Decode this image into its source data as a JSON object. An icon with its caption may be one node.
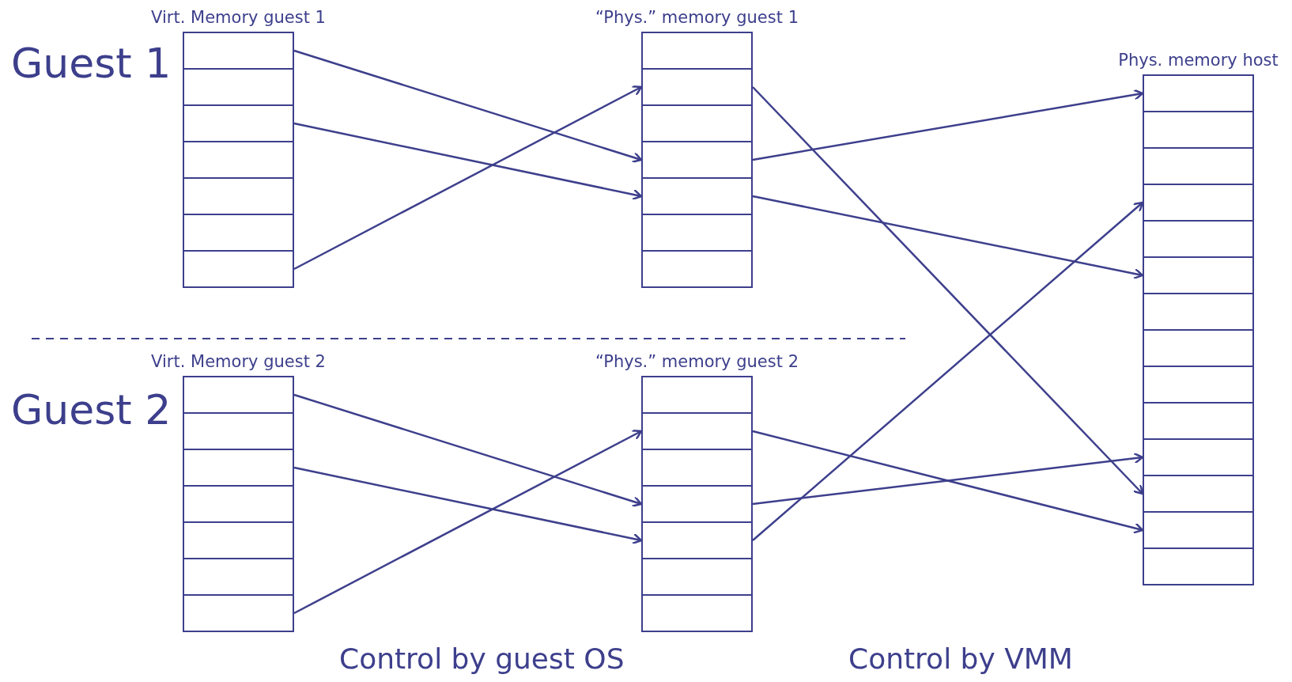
{
  "diagram": {
    "nodes": [
      {
        "text": [
          "Virt. Memory guest 1"
        ]
      },
      {
        "text": [],
        "shape": "box",
        "in": 0
      },
      {
        "text": [],
        "shape": "box",
        "in": 0
      },
      {
        "text": [],
        "shape": "box",
        "in": 0
      },
      {
        "text": [],
        "shape": "box",
        "in": 0
      },
      {
        "text": [],
        "shape": "box",
        "in": 0
      },
      {
        "text": [],
        "shape": "box",
        "in": 0
      },
      {
        "text": [],
        "shape": "box",
        "in": 0
      },
      {
        "text": [
          "“Phys.” memory guest 1"
        ]
      },
      {
        "text": [],
        "shape": "box",
        "in": 8
      },
      {
        "text": [],
        "shape": "box",
        "in": 8
      },
      {
        "text": [],
        "shape": "box",
        "in": 8
      },
      {
        "text": [],
        "shape": "box",
        "in": 8
      },
      {
        "text": [],
        "shape": "box",
        "in": 8
      },
      {
        "text": [],
        "shape": "box",
        "in": 8
      },
      {
        "text": [],
        "shape": "box",
        "in": 8
      },
      {
        "text": [
          "Phys. memory host"
        ]
      },
      {
        "text": [],
        "shape": "box",
        "in": 16
      },
      {
        "text": [],
        "shape": "box",
        "in": 16
      },
      {
        "text": [],
        "shape": "box",
        "in": 16
      },
      {
        "text": [],
        "shape": "box",
        "in": 16
      },
      {
        "text": [],
        "shape": "box",
        "in": 16
      },
      {
        "text": [],
        "shape": "box",
        "in": 16
      },
      {
        "text": [],
        "shape": "box",
        "in": 16
      },
      {
        "text": [],
        "shape": "box",
        "in": 16
      },
      {
        "text": [],
        "shape": "box",
        "in": 16
      },
      {
        "text": [],
        "shape": "box",
        "in": 16
      },
      {
        "text": [],
        "shape": "box",
        "in": 16
      },
      {
        "text": [],
        "shape": "box",
        "in": 16
      },
      {
        "text": [],
        "shape": "box",
        "in": 16
      },
      {
        "text": [],
        "shape": "box",
        "in": 16
      },
      {
        "text": [
          "Virt. Memory guest 2"
        ]
      },
      {
        "text": [],
        "shape": "box",
        "in": 31
      },
      {
        "text": [],
        "shape": "box",
        "in": 31
      },
      {
        "text": [],
        "shape": "box",
        "in": 31
      },
      {
        "text": [],
        "shape": "box",
        "in": 31
      },
      {
        "text": [],
        "shape": "box",
        "in": 31
      },
      {
        "text": [],
        "shape": "box",
        "in": 31
      },
      {
        "text": [],
        "shape": "box",
        "in": 31
      },
      {
        "text": [
          "“Phys.” memory guest 2"
        ]
      },
      {
        "text": [],
        "shape": "box",
        "in": 39
      },
      {
        "text": [],
        "shape": "box",
        "in": 39
      },
      {
        "text": [],
        "shape": "box",
        "in": 39
      },
      {
        "text": [],
        "shape": "box",
        "in": 39
      },
      {
        "text": [],
        "shape": "box",
        "in": 39
      },
      {
        "text": [],
        "shape": "box",
        "in": 39
      },
      {
        "text": [],
        "shape": "box",
        "in": 39
      }
    ],
    "edges": [
      {
        "from": 1,
        "to": 12,
        "arrow": "to"
      },
      {
        "from": 3,
        "to": 13,
        "arrow": "to"
      },
      {
        "from": 7,
        "to": 10,
        "arrow": "to"
      },
      {
        "from": 10,
        "to": 28,
        "arrow": "to"
      },
      {
        "from": 12,
        "to": 17,
        "arrow": "to"
      },
      {
        "from": 13,
        "to": 22,
        "arrow": "to"
      },
      {
        "from": 32,
        "to": 43,
        "arrow": "to"
      },
      {
        "from": 34,
        "to": 44,
        "arrow": "to"
      },
      {
        "from": 38,
        "to": 41,
        "arrow": "to"
      },
      {
        "from": 41,
        "to": 29,
        "arrow": "to"
      },
      {
        "from": 43,
        "to": 27,
        "arrow": "to"
      },
      {
        "from": 44,
        "to": 20,
        "arrow": "to"
      }
    ],
    "labels": [
      "Guest 1",
      "Guest 2",
      "Control by guest OS",
      "Control by VMM"
    ]
  }
}
